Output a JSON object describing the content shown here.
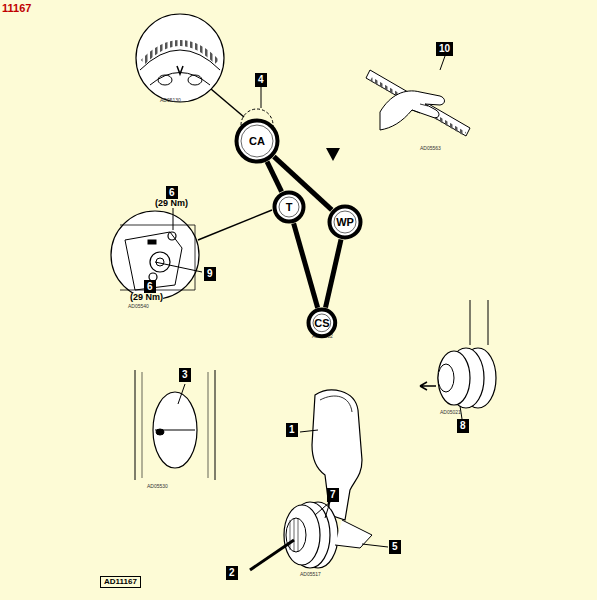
{
  "diagram": {
    "nodes": [
      {
        "text": [
          "CA"
        ]
      },
      {
        "text": [
          "T"
        ]
      },
      {
        "text": [
          "WP"
        ]
      },
      {
        "text": [
          "CS"
        ]
      }
    ],
    "edges": [
      {
        "from": 0,
        "to": 2,
        "arrow": "none"
      },
      {
        "from": 2,
        "to": 3,
        "arrow": "none"
      },
      {
        "from": 3,
        "to": 1,
        "arrow": "none"
      },
      {
        "from": 1,
        "to": 0,
        "arrow": "none"
      }
    ],
    "labels": [
      "11167",
      "AD05130",
      "4",
      "10",
      "AD05563",
      "6",
      "(29 Nm)",
      "9",
      "6",
      "(29 Nm)",
      "AD05540",
      "AD05502",
      "3",
      "AD05530",
      "1",
      "8",
      "AD05021",
      "7",
      "5",
      "2",
      "AD05517",
      "AD11167"
    ]
  }
}
